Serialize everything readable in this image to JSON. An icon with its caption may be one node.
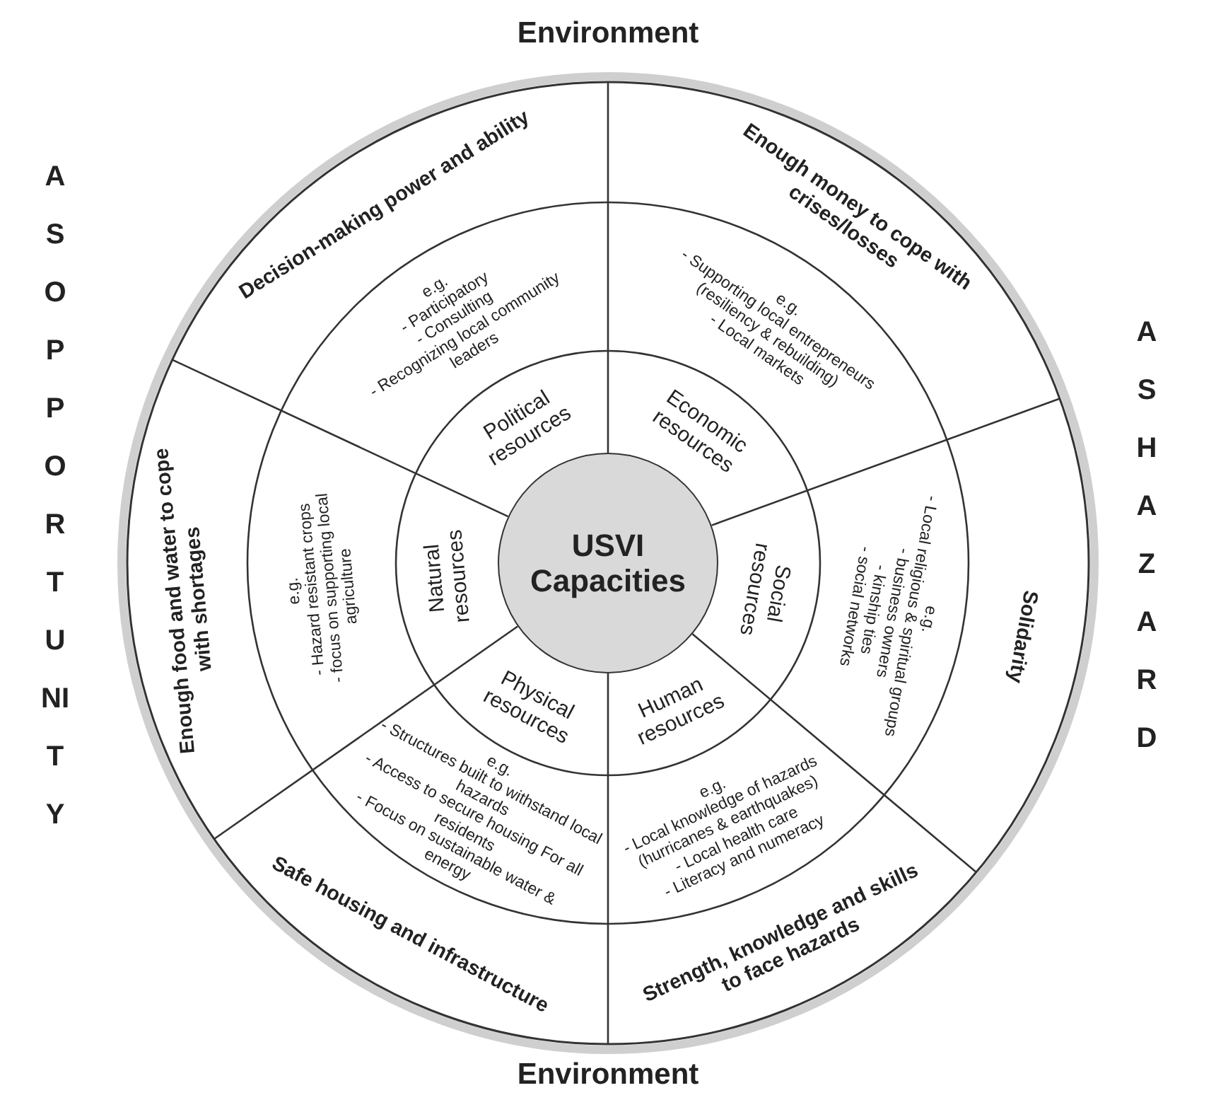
{
  "diagram": {
    "nodes": [
      {
        "text": [
          "USVI Capacities"
        ]
      },
      {
        "text": [
          "Political resources"
        ]
      },
      {
        "text": [
          "Economic resources"
        ]
      },
      {
        "text": [
          "Social resources"
        ]
      },
      {
        "text": [
          "Human resources"
        ]
      },
      {
        "text": [
          "Physical resources"
        ]
      },
      {
        "text": [
          "Natural resources"
        ]
      },
      {
        "text": [
          "e.g.",
          "- Participatory",
          "- Consulting",
          "- Recognizing local community leaders"
        ]
      },
      {
        "text": [
          "e.g.",
          "- Supporting local entrepreneurs (resiliency & rebuilding)",
          "- Local markets"
        ]
      },
      {
        "text": [
          "e.g.",
          "- Local religious & spiritual groups",
          "- business owners",
          "- kinship ties",
          "- social networks"
        ]
      },
      {
        "text": [
          "e.g.",
          "- Local knowledge of hazards (hurricanes & earthquakes)",
          "- Local health care",
          "- Literacy and numeracy"
        ]
      },
      {
        "text": [
          "e.g.",
          "- Structures built to withstand local hazards",
          "- Access to secure housing For all residents",
          "- Focus on sustainable water & energy"
        ]
      },
      {
        "text": [
          "e.g.",
          "- Hazard resistant crops",
          "- focus on supporting local agriculture"
        ]
      },
      {
        "text": [
          "Decision-making power and ability"
        ]
      },
      {
        "text": [
          "Enough money to cope with crises/losses"
        ]
      },
      {
        "text": [
          "Solidarity"
        ]
      },
      {
        "text": [
          "Strength, knowledge and skills to face hazards"
        ]
      },
      {
        "text": [
          "Safe housing and infrastructure"
        ]
      },
      {
        "text": [
          "Enough food and water to cope with shortages"
        ]
      }
    ],
    "labels": [
      "Environment",
      "AS OPPORTUNITY",
      "AS HAZARD",
      "Environment"
    ]
  }
}
